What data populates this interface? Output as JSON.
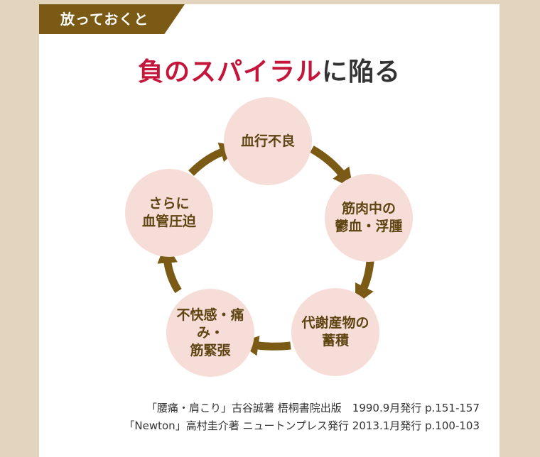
{
  "tag_label": "放っておくと",
  "title": {
    "highlight": "負のスパイラル",
    "rest": "に陥る"
  },
  "colors": {
    "background": "#e3d4bd",
    "tag": "#7a5a14",
    "title_highlight": "#c4153a",
    "node_fill": "#f6ddd8",
    "node_text": "#5e4410",
    "arrow": "#7a5a14"
  },
  "cycle": {
    "nodes": [
      {
        "label": "血行不良"
      },
      {
        "label": "筋肉中の\n鬱血・浮腫"
      },
      {
        "label": "代謝産物の\n蓄積"
      },
      {
        "label": "不快感・痛み・\n筋緊張"
      },
      {
        "label": "さらに\n血管圧迫"
      }
    ]
  },
  "references": [
    "「腰痛・肩こり」古谷誠著 梧桐書院出版　1990.9月発行 p.151-157",
    "「Newton」高村圭介著 ニュートンプレス発行 2013.1月発行 p.100-103"
  ]
}
